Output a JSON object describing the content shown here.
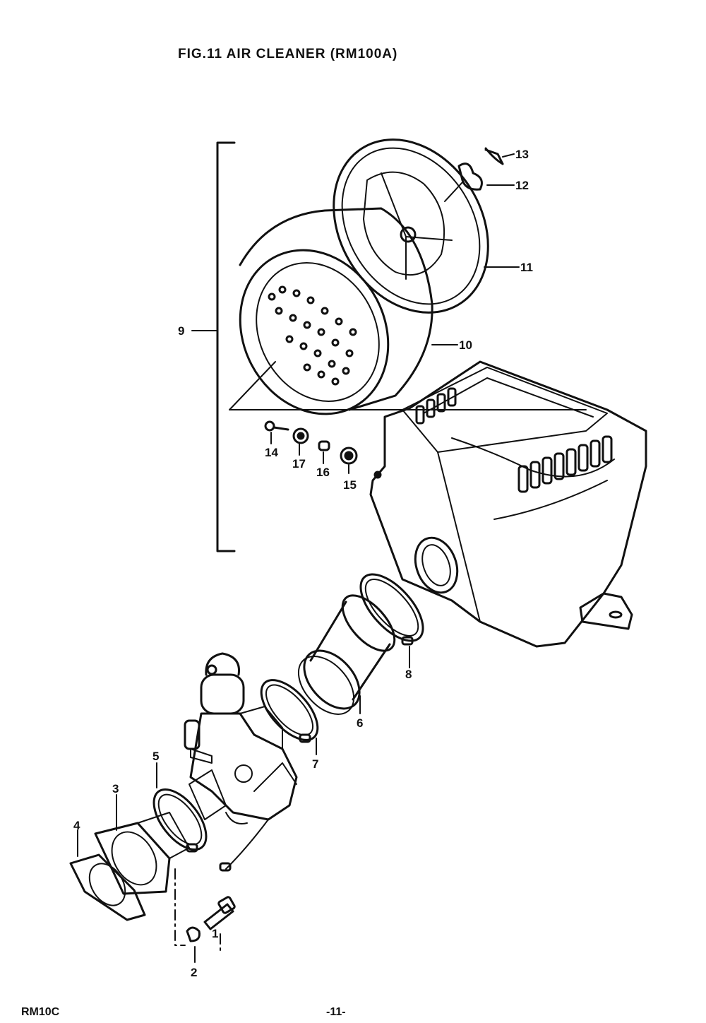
{
  "figure": {
    "title": "FIG.11 AIR CLEANER (RM100A)"
  },
  "footer": {
    "model": "RM10C",
    "page": "-11-"
  },
  "callouts": [
    {
      "id": "c1",
      "label": "1"
    },
    {
      "id": "c2",
      "label": "2"
    },
    {
      "id": "c3",
      "label": "3"
    },
    {
      "id": "c4",
      "label": "4"
    },
    {
      "id": "c5",
      "label": "5"
    },
    {
      "id": "c6",
      "label": "6"
    },
    {
      "id": "c7",
      "label": "7"
    },
    {
      "id": "c8",
      "label": "8"
    },
    {
      "id": "c9",
      "label": "9"
    },
    {
      "id": "c10",
      "label": "10"
    },
    {
      "id": "c11",
      "label": "11"
    },
    {
      "id": "c12",
      "label": "12"
    },
    {
      "id": "c13",
      "label": "13"
    },
    {
      "id": "c14",
      "label": "14"
    },
    {
      "id": "c15",
      "label": "15"
    },
    {
      "id": "c16",
      "label": "16"
    },
    {
      "id": "c17",
      "label": "17"
    }
  ]
}
